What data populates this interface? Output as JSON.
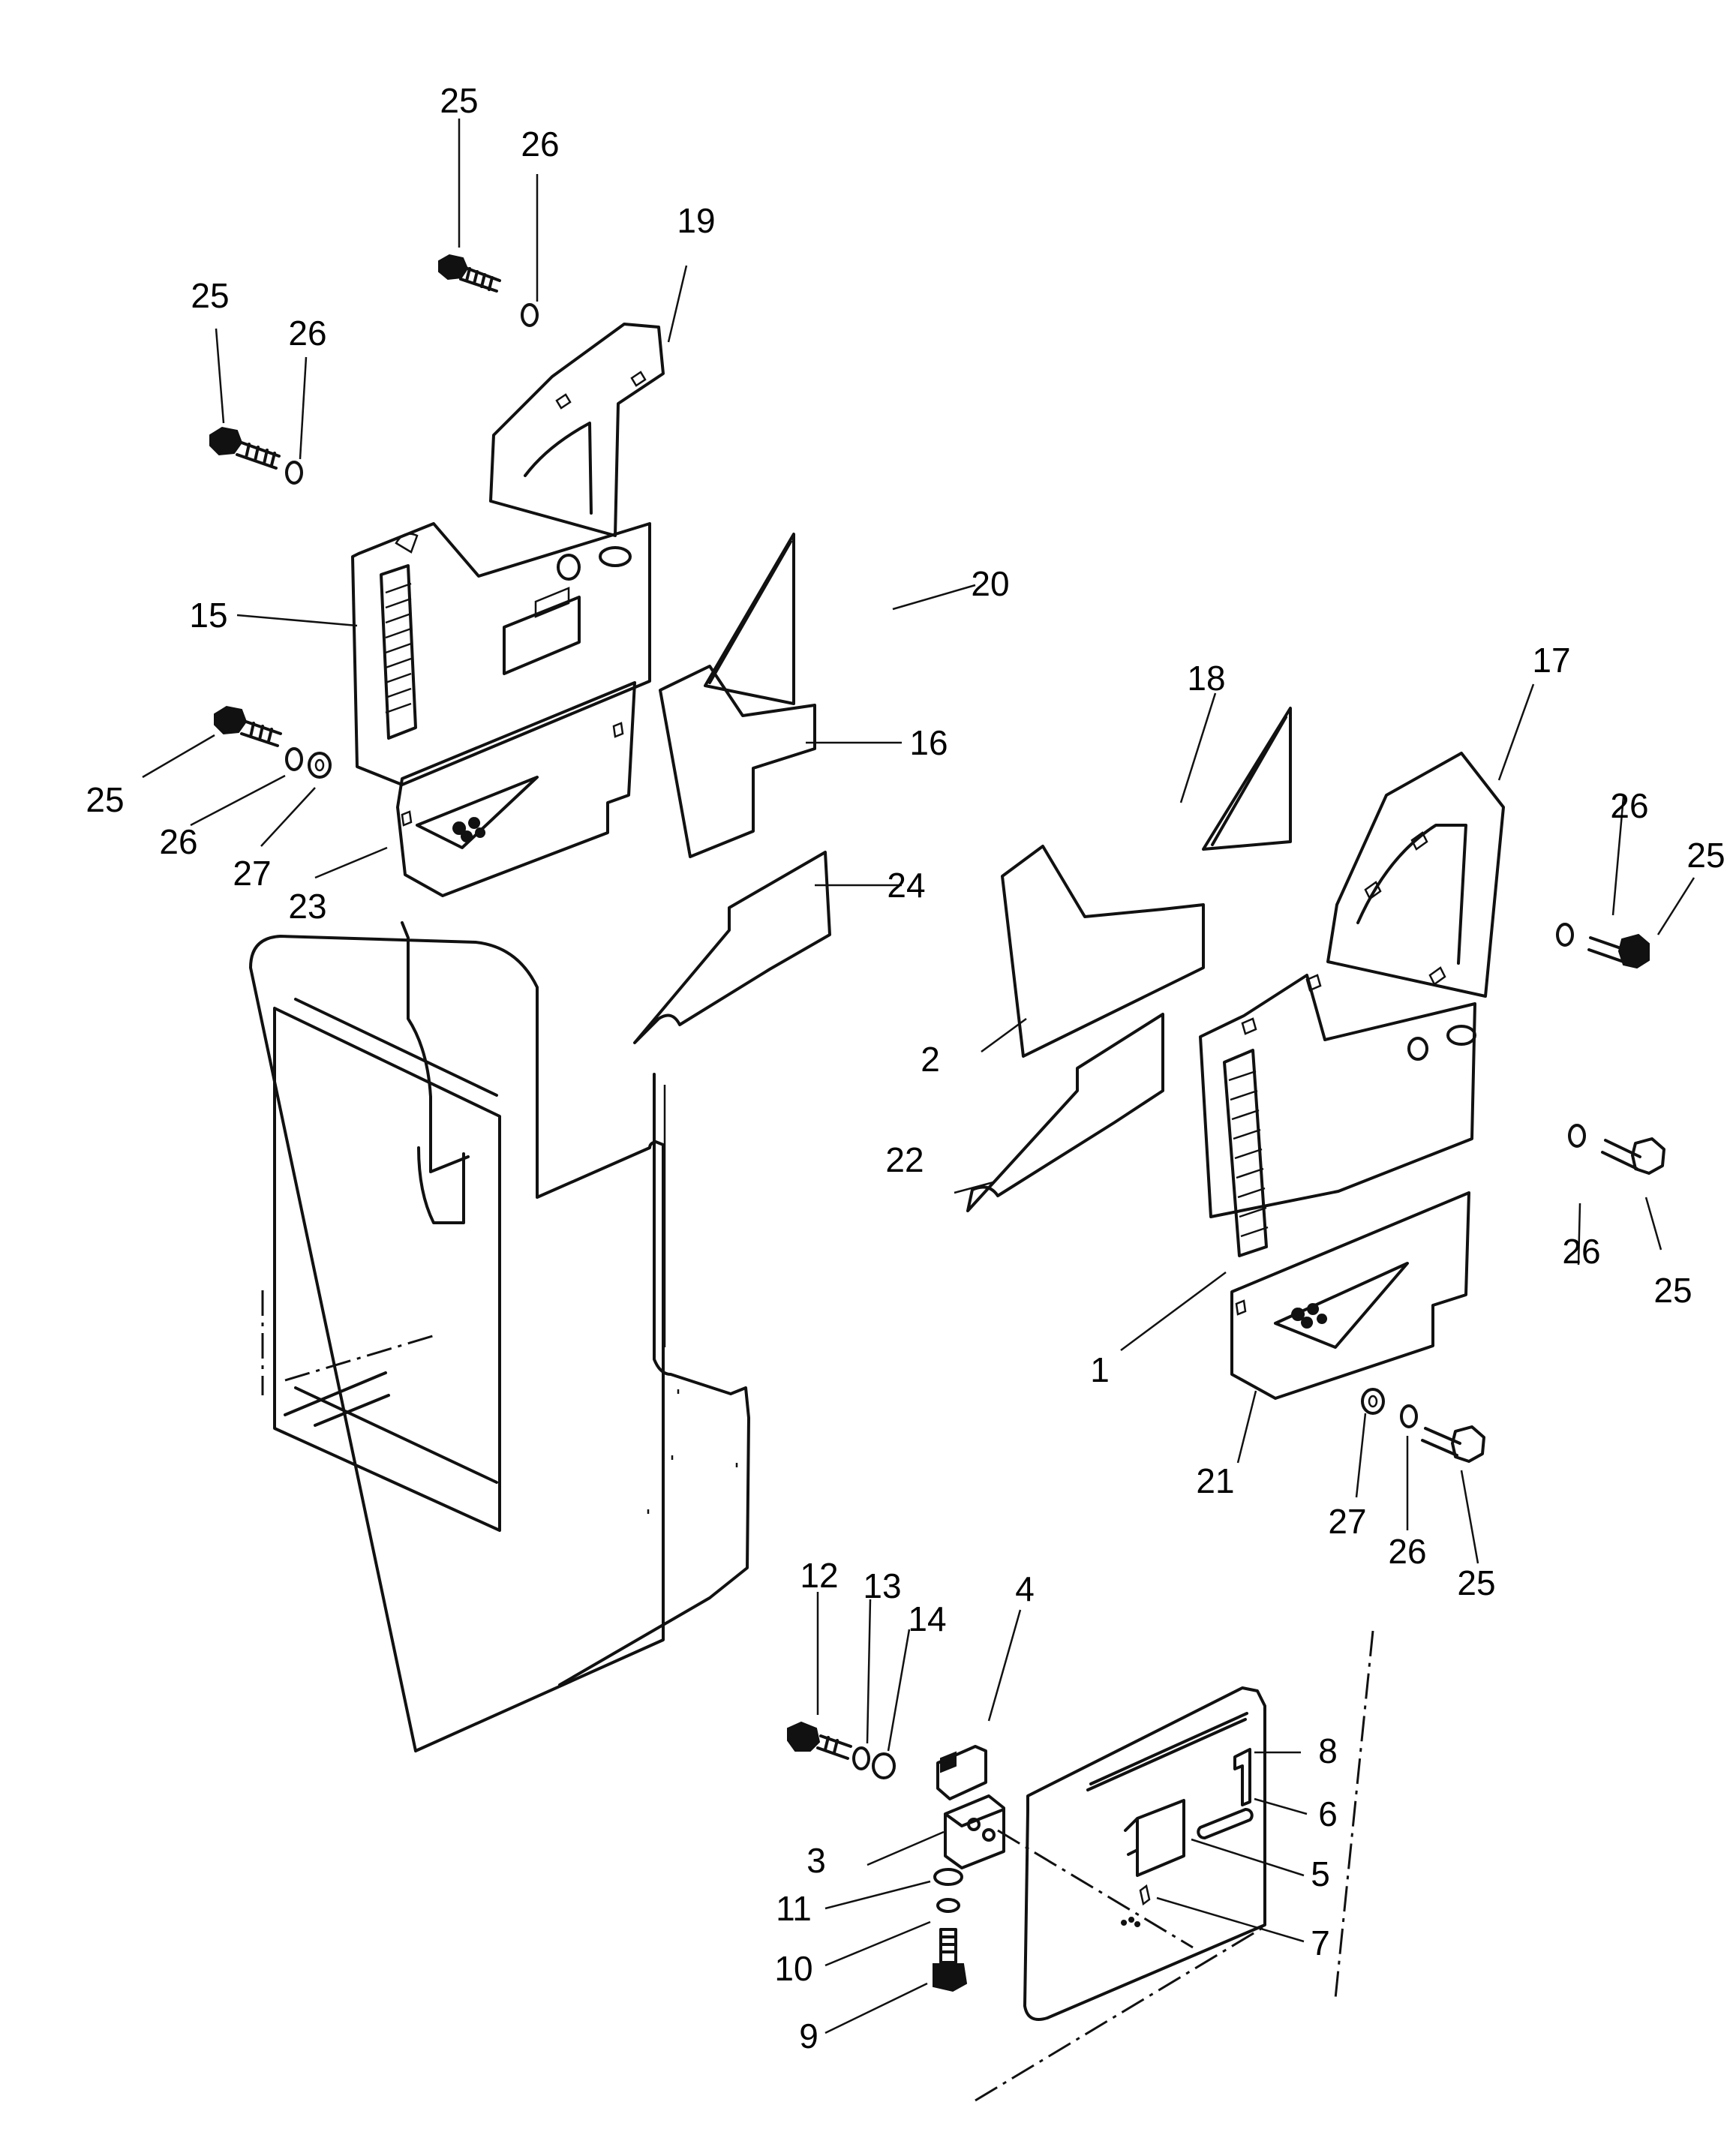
{
  "diagram": {
    "callouts": [
      {
        "id": "c25a",
        "label": "25"
      },
      {
        "id": "c26a",
        "label": "26"
      },
      {
        "id": "c19",
        "label": "19"
      },
      {
        "id": "c25b",
        "label": "25"
      },
      {
        "id": "c26b",
        "label": "26"
      },
      {
        "id": "c20",
        "label": "20"
      },
      {
        "id": "c15",
        "label": "15"
      },
      {
        "id": "c16",
        "label": "16"
      },
      {
        "id": "c18",
        "label": "18"
      },
      {
        "id": "c17",
        "label": "17"
      },
      {
        "id": "c26c",
        "label": "26"
      },
      {
        "id": "c25c",
        "label": "25"
      },
      {
        "id": "c25d",
        "label": "25"
      },
      {
        "id": "c26d",
        "label": "26"
      },
      {
        "id": "c27a",
        "label": "27"
      },
      {
        "id": "c23",
        "label": "23"
      },
      {
        "id": "c24",
        "label": "24"
      },
      {
        "id": "c2",
        "label": "2"
      },
      {
        "id": "c22",
        "label": "22"
      },
      {
        "id": "c26e",
        "label": "26"
      },
      {
        "id": "c25e",
        "label": "25"
      },
      {
        "id": "c1",
        "label": "1"
      },
      {
        "id": "c21",
        "label": "21"
      },
      {
        "id": "c27b",
        "label": "27"
      },
      {
        "id": "c26f",
        "label": "26"
      },
      {
        "id": "c25f",
        "label": "25"
      },
      {
        "id": "c12",
        "label": "12"
      },
      {
        "id": "c13",
        "label": "13"
      },
      {
        "id": "c14",
        "label": "14"
      },
      {
        "id": "c4",
        "label": "4"
      },
      {
        "id": "c8",
        "label": "8"
      },
      {
        "id": "c6",
        "label": "6"
      },
      {
        "id": "c3",
        "label": "3"
      },
      {
        "id": "c5",
        "label": "5"
      },
      {
        "id": "c11",
        "label": "11"
      },
      {
        "id": "c7",
        "label": "7"
      },
      {
        "id": "c10",
        "label": "10"
      },
      {
        "id": "c9",
        "label": "9"
      }
    ]
  }
}
